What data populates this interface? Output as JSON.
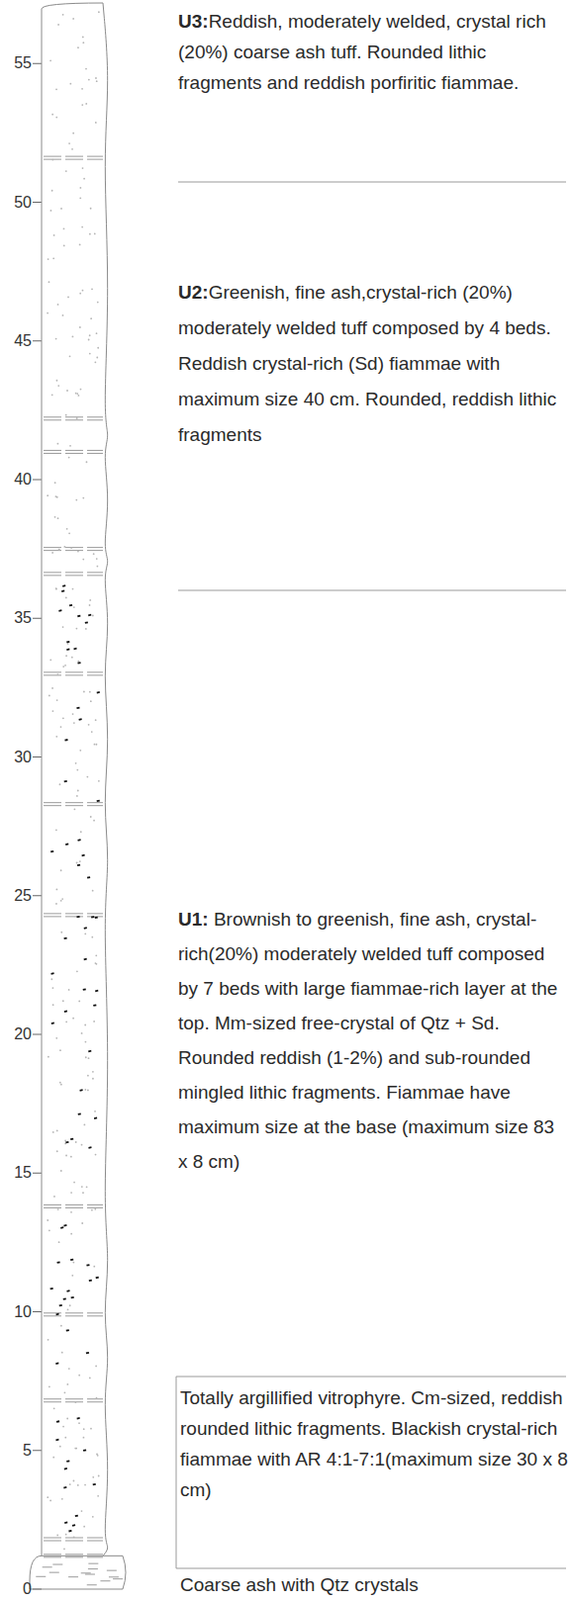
{
  "diagram": {
    "labels": [
      "U3:Reddish, moderately welded, crystal rich (20%) coarse ash tuff. Rounded lithic fragments and reddish porfiritic fiammae.",
      "U2:Greenish, fine ash,crystal-rich (20%) moderately welded tuff composed by 4 beds. Reddish crystal-rich (Sd) fiammae with maximum size 40 cm. Rounded, reddish lithic fragments",
      "U1: Brownish to greenish, fine ash, crystal-rich(20%) moderately welded tuff composed by 7 beds with large fiammae-rich layer at the top. Mm-sized free-crystal of Qtz + Sd. Rounded reddish (1-2%) and sub-rounded mingled lithic fragments. Fiammae have maximum size at the base (maximum size 83 x 8 cm)",
      "Totally argillified vitrophyre. Cm-sized, reddish rounded lithic fragments. Blackish crystal-rich fiammae with AR 4:1-7:1(maximum size 30 x 8 cm)",
      "Coarse ash with Qtz crystals",
      "55",
      "50",
      "45",
      "40",
      "35",
      "30",
      "25",
      "20",
      "15",
      "10",
      "5",
      "0"
    ]
  }
}
